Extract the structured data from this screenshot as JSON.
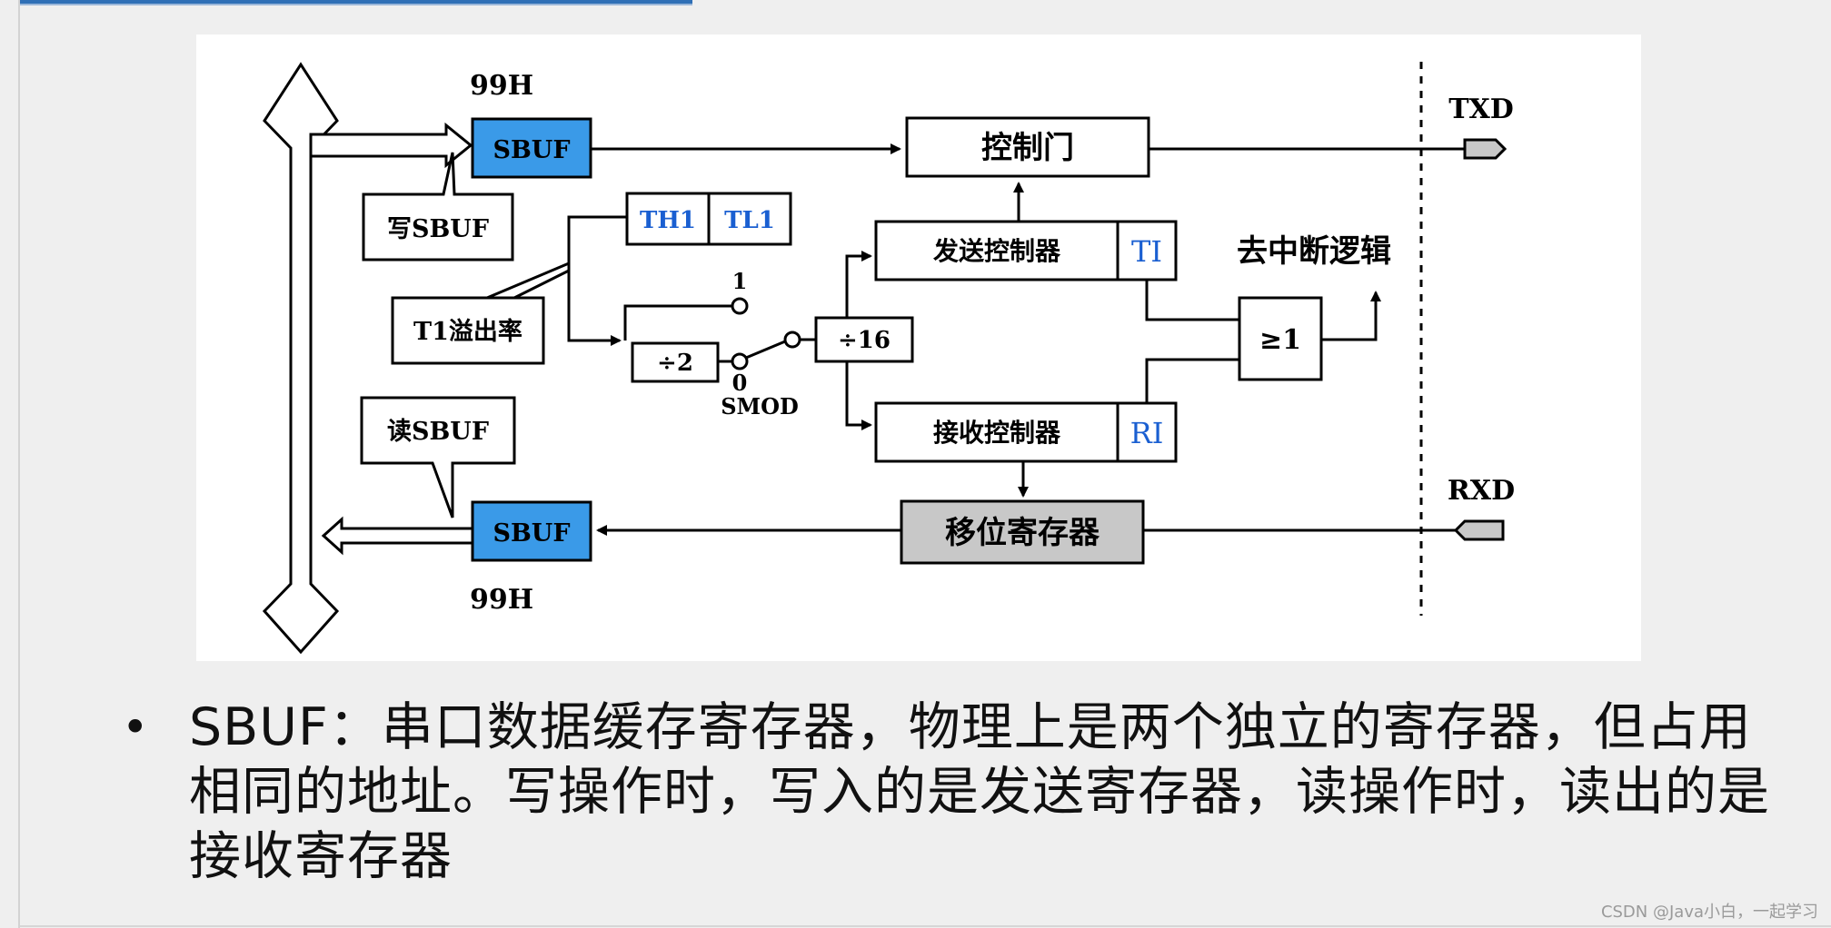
{
  "diagram": {
    "addr_top": "99H",
    "addr_bottom": "99H",
    "sbuf_tx": "SBUF",
    "sbuf_rx": "SBUF",
    "write_sbuf": "写SBUF",
    "read_sbuf": "读SBUF",
    "t1_overflow": "T1溢出率",
    "th1": "TH1",
    "tl1": "TL1",
    "div2": "÷2",
    "div16": "÷16",
    "switch_1": "1",
    "switch_0": "0",
    "smod": "SMOD",
    "control_gate": "控制门",
    "tx_controller": "发送控制器",
    "ti": "TI",
    "rx_controller": "接收控制器",
    "ri": "RI",
    "or_gate": "≥1",
    "to_interrupt": "去中断逻辑",
    "shift_register": "移位寄存器",
    "txd": "TXD",
    "rxd": "RXD"
  },
  "bullets": [
    "SBUF：串口数据缓存寄存器，物理上是两个独立的寄存器，但占用相同的地址。写操作时，写入的是发送寄存器，读操作时，读出的是接收寄存器"
  ],
  "watermark": "CSDN @Java小白，一起学习",
  "colors": {
    "sbuf_fill": "#3a9ae8",
    "timer_label": "#1a5fd1",
    "shift_fill": "#c8c8c8",
    "accent_bar": "#2f6fb6"
  }
}
